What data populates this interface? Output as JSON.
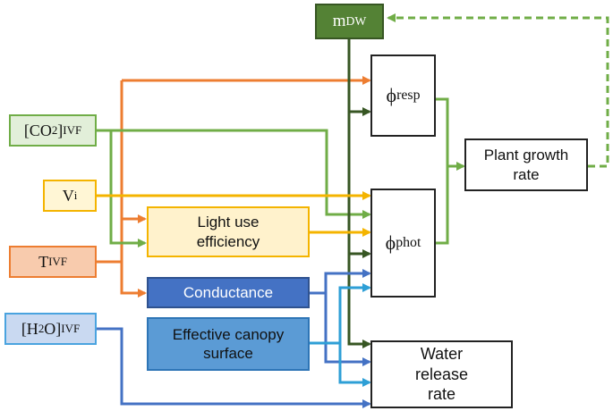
{
  "nodes": {
    "m_dw": {
      "main": "m",
      "sub": "DW"
    },
    "phi_resp": {
      "main": "ϕ",
      "sub": "resp"
    },
    "phi_phot": {
      "main": "ϕ",
      "sub": "phot"
    },
    "growth": {
      "text": "Plant growth rate"
    },
    "co2": {
      "main": "[CO",
      "sub": "2",
      "tail": "]",
      "sub2": "IVF"
    },
    "vi": {
      "main": "V",
      "sub": "i"
    },
    "t_ivf": {
      "main": "T",
      "sub": "IVF"
    },
    "h2o": {
      "main": "[H",
      "sub": "2",
      "tail": "O]",
      "sub2": "IVF"
    },
    "light": {
      "text": "Light use efficiency"
    },
    "conductance": {
      "text": "Conductance"
    },
    "canopy": {
      "text": "Effective canopy surface"
    },
    "water": {
      "text": "Water release rate"
    }
  },
  "colors": {
    "orange": "#ed7d31",
    "green": "#70ad47",
    "dark_green": "#375623",
    "yellow": "#f4b400",
    "blue": "#4472c4",
    "cyan": "#2e9fd6"
  }
}
